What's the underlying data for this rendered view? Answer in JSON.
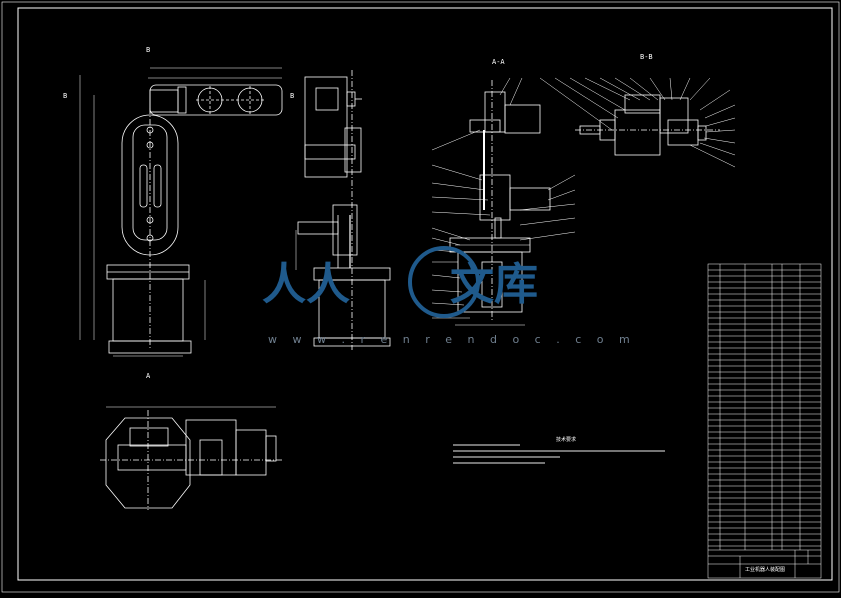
{
  "drawing": {
    "section_labels": {
      "b_top": "B",
      "b_left": "B",
      "b_right": "B",
      "a_a": "A-A",
      "b_b": "B-B",
      "a_bottom": "A"
    },
    "notes_title": "技术要求",
    "watermark": {
      "left": "人人",
      "right": "文库",
      "sub": "w w w . r e n r e n d o c . c o m"
    },
    "table_footer": "工业机器人装配图",
    "colors": {
      "background": "#000000",
      "lines": "#ffffff",
      "watermark": "#1f5a8c"
    }
  }
}
